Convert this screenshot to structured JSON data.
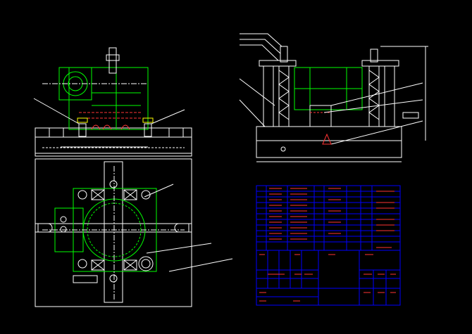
{
  "drawing": {
    "background": "#000000",
    "colors": {
      "outline": "#ffffff",
      "part": "#00ff00",
      "hidden": "#ff3333",
      "dimension": "#ffffff",
      "table": "#0000ff",
      "leader": "#ffffff",
      "highlight": "#ffff00"
    },
    "views": [
      "front-view",
      "side-view",
      "top-view",
      "title-block"
    ]
  }
}
